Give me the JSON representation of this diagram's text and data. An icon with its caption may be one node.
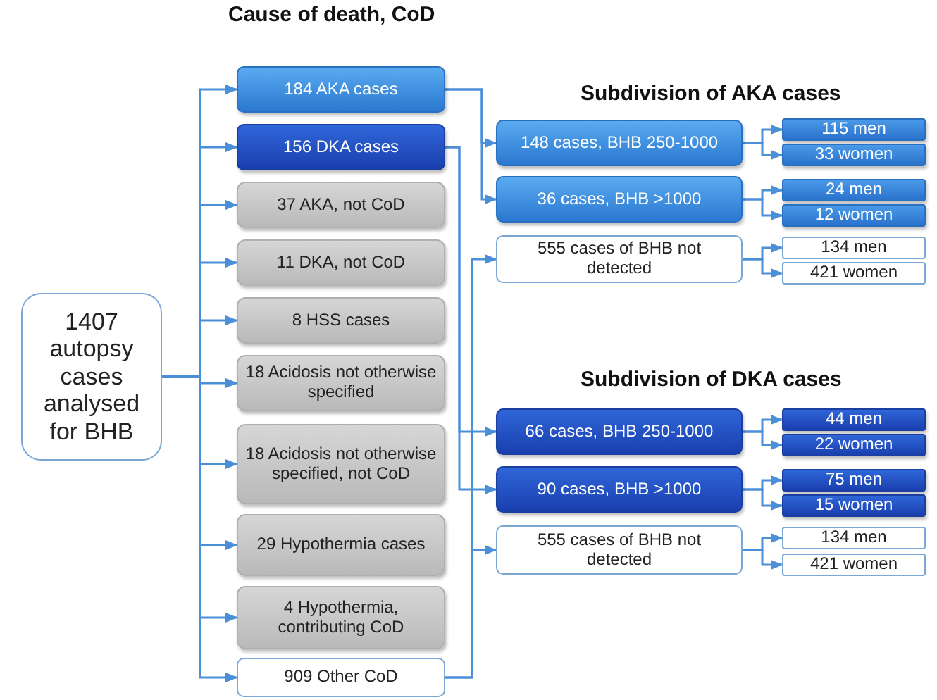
{
  "diagram": {
    "nodes": [
      {
        "text": [
          "1407 autopsy cases analysed for BHB"
        ]
      },
      {
        "text": [
          "184 AKA cases"
        ]
      },
      {
        "text": [
          "156 DKA cases"
        ]
      },
      {
        "text": [
          "37 AKA, not CoD"
        ]
      },
      {
        "text": [
          "11 DKA, not CoD"
        ]
      },
      {
        "text": [
          "8 HSS cases"
        ]
      },
      {
        "text": [
          "18 Acidosis not otherwise specified"
        ]
      },
      {
        "text": [
          "18 Acidosis not otherwise specified, not CoD"
        ]
      },
      {
        "text": [
          "29 Hypothermia cases"
        ]
      },
      {
        "text": [
          "4 Hypothermia, contributing CoD"
        ]
      },
      {
        "text": [
          "909 Other CoD"
        ]
      },
      {
        "text": [
          "148 cases, BHB 250-1000"
        ]
      },
      {
        "text": [
          "115 men"
        ]
      },
      {
        "text": [
          "33 women"
        ]
      },
      {
        "text": [
          "36 cases, BHB >1000"
        ]
      },
      {
        "text": [
          "24 men"
        ]
      },
      {
        "text": [
          "12 women"
        ]
      },
      {
        "text": [
          "555 cases of BHB not detected"
        ]
      },
      {
        "text": [
          "134 men"
        ]
      },
      {
        "text": [
          "421 women"
        ]
      },
      {
        "text": [
          "66 cases, BHB 250-1000"
        ]
      },
      {
        "text": [
          "44 men"
        ]
      },
      {
        "text": [
          "22 women"
        ]
      },
      {
        "text": [
          "90 cases, BHB >1000"
        ]
      },
      {
        "text": [
          "75 men"
        ]
      },
      {
        "text": [
          "15 women"
        ]
      },
      {
        "text": [
          "555 cases of BHB not detected"
        ]
      },
      {
        "text": [
          "134 men"
        ]
      },
      {
        "text": [
          "421 women"
        ]
      }
    ],
    "edges": [
      {
        "from": 0,
        "to": 1,
        "arrow": "to"
      },
      {
        "from": 0,
        "to": 2,
        "arrow": "to"
      },
      {
        "from": 0,
        "to": 3,
        "arrow": "to"
      },
      {
        "from": 0,
        "to": 4,
        "arrow": "to"
      },
      {
        "from": 0,
        "to": 5,
        "arrow": "to"
      },
      {
        "from": 0,
        "to": 6,
        "arrow": "to"
      },
      {
        "from": 0,
        "to": 7,
        "arrow": "to"
      },
      {
        "from": 0,
        "to": 8,
        "arrow": "to"
      },
      {
        "from": 0,
        "to": 9,
        "arrow": "to"
      },
      {
        "from": 0,
        "to": 10,
        "arrow": "to"
      },
      {
        "from": 1,
        "to": 11,
        "arrow": "to"
      },
      {
        "from": 1,
        "to": 14,
        "arrow": "to"
      },
      {
        "from": 2,
        "to": 20,
        "arrow": "to"
      },
      {
        "from": 2,
        "to": 23,
        "arrow": "to"
      },
      {
        "from": 10,
        "to": 17,
        "arrow": "to"
      },
      {
        "from": 10,
        "to": 26,
        "arrow": "to"
      },
      {
        "from": 11,
        "to": 12,
        "arrow": "to"
      },
      {
        "from": 11,
        "to": 13,
        "arrow": "to"
      },
      {
        "from": 14,
        "to": 15,
        "arrow": "to"
      },
      {
        "from": 14,
        "to": 16,
        "arrow": "to"
      },
      {
        "from": 17,
        "to": 18,
        "arrow": "to"
      },
      {
        "from": 17,
        "to": 19,
        "arrow": "to"
      },
      {
        "from": 20,
        "to": 21,
        "arrow": "to"
      },
      {
        "from": 20,
        "to": 22,
        "arrow": "to"
      },
      {
        "from": 23,
        "to": 24,
        "arrow": "to"
      },
      {
        "from": 23,
        "to": 25,
        "arrow": "to"
      },
      {
        "from": 26,
        "to": 27,
        "arrow": "to"
      },
      {
        "from": 26,
        "to": 28,
        "arrow": "to"
      }
    ],
    "labels": [
      "Cause of death, CoD",
      "Subdivision of AKA cases",
      "Subdivision of DKA cases"
    ]
  }
}
